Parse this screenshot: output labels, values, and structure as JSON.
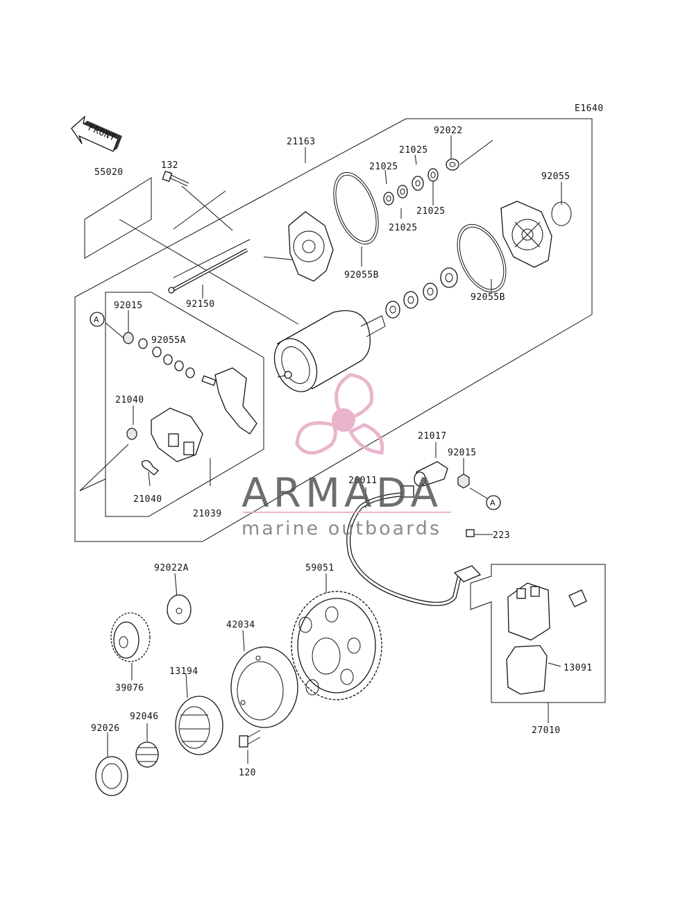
{
  "diagram_code": "E1640",
  "front_arrow_label": "FRONT",
  "callout_marker": "A",
  "watermark": {
    "title": "ARMADA",
    "subtitle": "marine outboards",
    "colors": {
      "logo_pink": "#e7a9c4",
      "text_gray": "#555555"
    }
  },
  "part_labels": {
    "p21163": "21163",
    "p55020": "55020",
    "p132": "132",
    "p92022": "92022",
    "p21025_a": "21025",
    "p21025_b": "21025",
    "p21025_c": "21025",
    "p21025_d": "21025",
    "p92055": "92055",
    "p92055b_a": "92055B",
    "p92055b_b": "92055B",
    "p92150": "92150",
    "p92015_a": "92015",
    "p92055a": "92055A",
    "p21040_a": "21040",
    "p21040_b": "21040",
    "p21039": "21039",
    "p21017": "21017",
    "p92015_b": "92015",
    "p26011": "26011",
    "p223": "223",
    "p92022a": "92022A",
    "p59051": "59051",
    "p42034": "42034",
    "p13194": "13194",
    "p39076": "39076",
    "p13091": "13091",
    "p27010": "27010",
    "p92046": "92046",
    "p92026": "92026",
    "p120": "120"
  }
}
